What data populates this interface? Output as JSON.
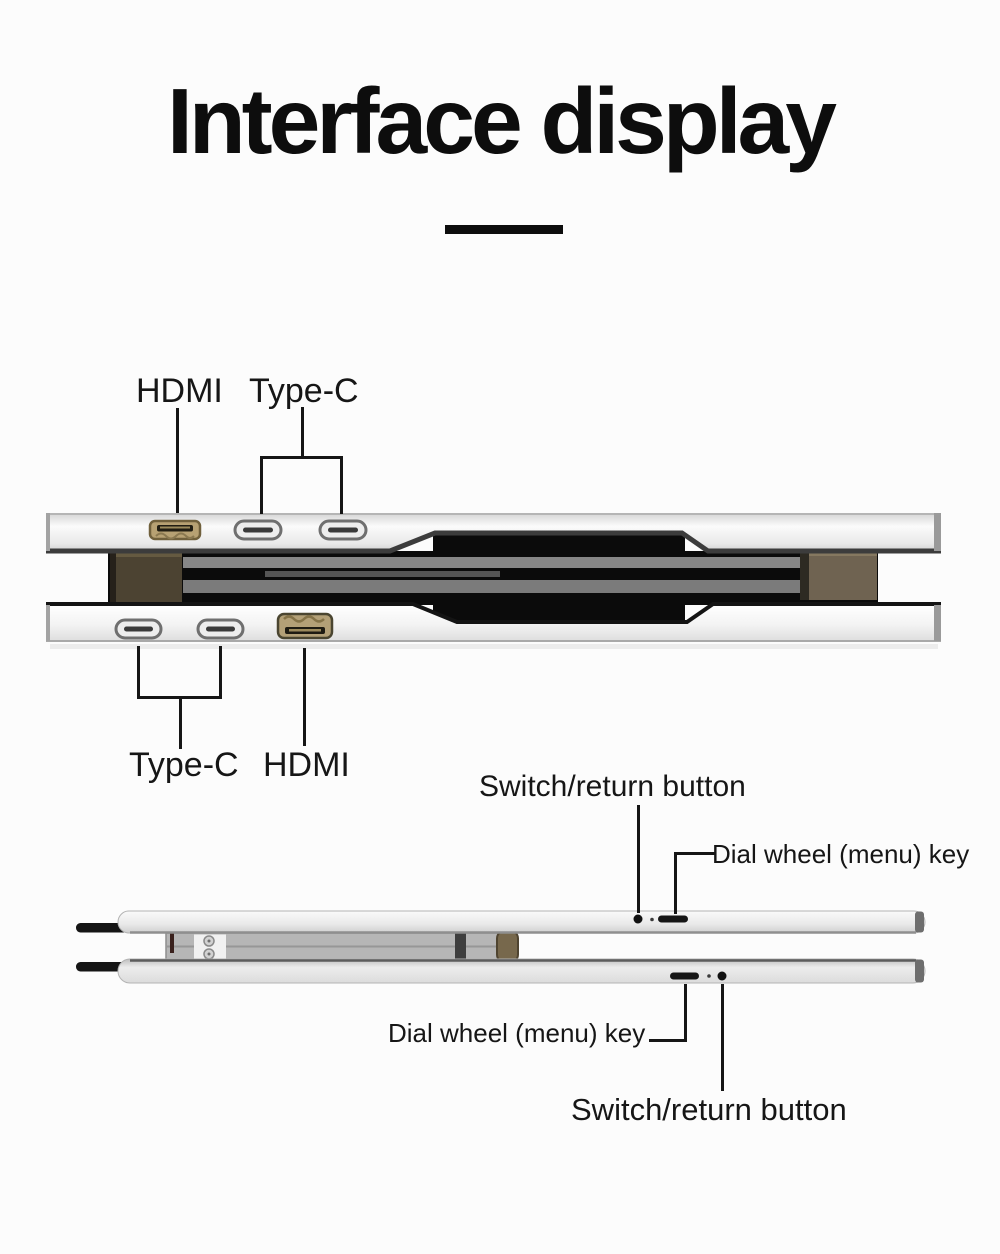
{
  "header": {
    "title": "Interface display"
  },
  "divider": {
    "shape": "short-horizontal-bar",
    "color": "#0d0d0d"
  },
  "top_view": {
    "description": "edge-on view of folded dual-screen portable monitor showing ports",
    "upper_edge_ports": [
      {
        "icon": "hdmi-port-icon",
        "label": "HDMI"
      },
      {
        "icon": "type-c-port-icon",
        "label": "Type-C"
      },
      {
        "icon": "type-c-port-icon",
        "label": "Type-C"
      }
    ],
    "labels": {
      "hdmi_top": "HDMI",
      "typec_top": "Type-C",
      "typec_bottom": "Type-C",
      "hdmi_bottom": "HDMI"
    },
    "lower_edge_ports": [
      {
        "icon": "type-c-port-icon",
        "label": "Type-C"
      },
      {
        "icon": "type-c-port-icon",
        "label": "Type-C"
      },
      {
        "icon": "hdmi-port-icon",
        "label": "HDMI"
      }
    ]
  },
  "side_view": {
    "description": "side view of the two folded panels showing control buttons",
    "labels": {
      "switch_top": "Switch/return button",
      "dial_top": "Dial wheel (menu) key",
      "dial_bottom": "Dial wheel (menu) key",
      "switch_bottom": "Switch/return button"
    },
    "controls": [
      {
        "icon": "switch-return-dot-icon",
        "label": "Switch/return button"
      },
      {
        "icon": "dial-wheel-pill-icon",
        "label": "Dial wheel (menu) key"
      }
    ]
  },
  "colors": {
    "background": "#fcfcfc",
    "ink": "#161616",
    "hdmi_gold": "#b7a173",
    "hinge_brown_left": "#4c4332",
    "hinge_brown_right": "#6f6351",
    "hinge_brown_side": "#77684c",
    "slab_silver": "#e8e8e8",
    "screen_black": "#0b0b0b"
  }
}
